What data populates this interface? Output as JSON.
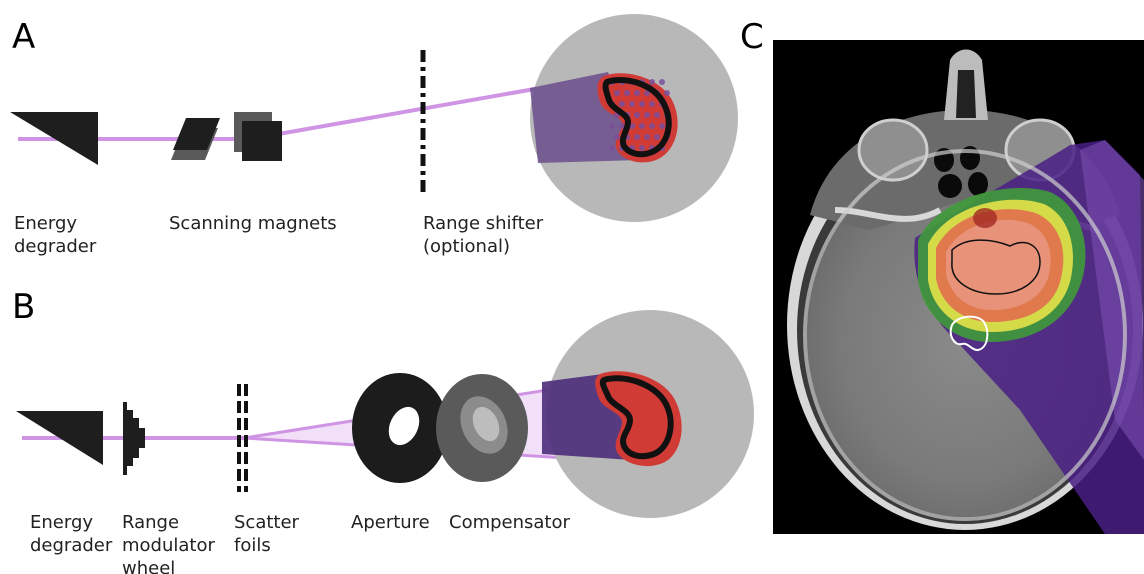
{
  "colors": {
    "beam": "#d9a6ea",
    "beam_path": "#cf95e4",
    "device": "#1e1e1e",
    "device_shadow": "#5a5a5a",
    "patient": "#b8b8b8",
    "tumor": "#d13b36",
    "tumor_outline": "#111111",
    "field": "#6a4d8c",
    "field_dark": "#4b2e7a",
    "dose_green": "#3f9b3a",
    "dose_yellow": "#e6e24a",
    "dose_red": "#e35a4f",
    "spot": "#7a4f9a"
  },
  "panels": {
    "a": {
      "letter": "A",
      "labels": {
        "energy_degrader": [
          "Energy",
          "degrader"
        ],
        "scanning_magnets": [
          "Scanning magnets"
        ],
        "range_shifter": [
          "Range shifter",
          "(optional)"
        ]
      }
    },
    "b": {
      "letter": "B",
      "labels": {
        "energy_degrader": [
          "Energy",
          "degrader"
        ],
        "range_modulator": [
          "Range",
          "modulator",
          "wheel"
        ],
        "scatter_foils": [
          "Scatter",
          "foils"
        ],
        "aperture": [
          "Aperture"
        ],
        "compensator": [
          "Compensator"
        ]
      }
    },
    "c": {
      "letter": "C"
    }
  }
}
